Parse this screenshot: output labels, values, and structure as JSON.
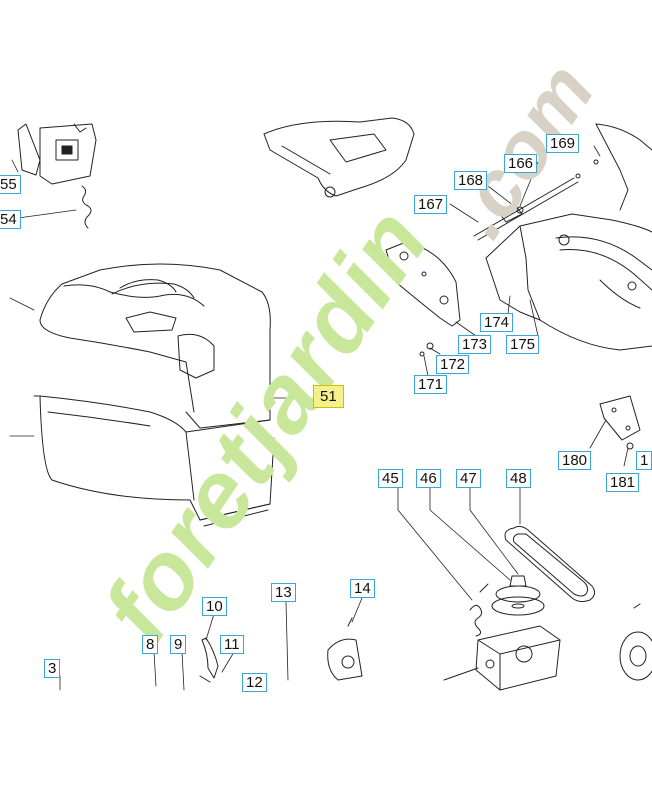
{
  "watermark": {
    "text_main": "foretjardin",
    "text_tld": ".com",
    "color_main": "#c9e79a",
    "color_tld": "#d8d2c6",
    "color_accent": "#f4b58a"
  },
  "highlight": {
    "label": "51",
    "color": "#f5f08a"
  },
  "labels": [
    {
      "id": "55",
      "text": "55"
    },
    {
      "id": "54",
      "text": "54"
    },
    {
      "id": "169",
      "text": "169"
    },
    {
      "id": "166",
      "text": "166"
    },
    {
      "id": "168",
      "text": "168"
    },
    {
      "id": "167",
      "text": "167"
    },
    {
      "id": "174",
      "text": "174"
    },
    {
      "id": "173",
      "text": "173"
    },
    {
      "id": "175",
      "text": "175"
    },
    {
      "id": "172",
      "text": "172"
    },
    {
      "id": "171",
      "text": "171"
    },
    {
      "id": "51",
      "text": "51"
    },
    {
      "id": "180",
      "text": "180"
    },
    {
      "id": "181",
      "text": "181"
    },
    {
      "id": "18x",
      "text": "1"
    },
    {
      "id": "45",
      "text": "45"
    },
    {
      "id": "46",
      "text": "46"
    },
    {
      "id": "47",
      "text": "47"
    },
    {
      "id": "48",
      "text": "48"
    },
    {
      "id": "13",
      "text": "13"
    },
    {
      "id": "14",
      "text": "14"
    },
    {
      "id": "10",
      "text": "10"
    },
    {
      "id": "8",
      "text": "8"
    },
    {
      "id": "9",
      "text": "9"
    },
    {
      "id": "11",
      "text": "11"
    },
    {
      "id": "3",
      "text": "3"
    },
    {
      "id": "12",
      "text": "12"
    }
  ]
}
